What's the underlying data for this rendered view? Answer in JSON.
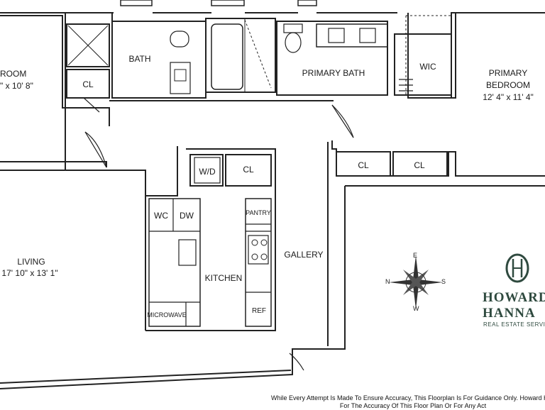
{
  "rooms": {
    "bedroom_left": {
      "name": "ROOM",
      "size": "\" x 10' 8\""
    },
    "closet_left": "CL",
    "bath": "BATH",
    "primary_bath": "PRIMARY BATH",
    "wic": "WIC",
    "primary_bedroom": {
      "name": "PRIMARY",
      "name2": "BEDROOM",
      "size": "12' 4\" x 11' 4\""
    },
    "closet_gallery_1": "CL",
    "closet_gallery_2": "CL",
    "washer_dryer": "W/D",
    "closet_kitchen": "CL",
    "wine_cooler": "WC",
    "dishwasher": "DW",
    "pantry": "PANTRY",
    "kitchen": "KITCHEN",
    "microwave": "MICROWAVE",
    "refrigerator": "REF",
    "gallery": "GALLERY",
    "living": {
      "name": "LIVING",
      "size": "17' 10\" x 13' 1\""
    }
  },
  "compass": {
    "n": "N",
    "e": "E",
    "s": "S",
    "w": "W"
  },
  "logo": {
    "line1": "HOWARD",
    "line2": "HANNA",
    "sub": "REAL ESTATE SERVICES"
  },
  "disclaimer": {
    "line1": "While Every Attempt Is Made To Ensure Accuracy, This Floorplan Is For Guidance Only. Howard Hanna",
    "line2": "For The Accuracy Of This Floor Plan Or For Any Act"
  },
  "colors": {
    "wall": "#222222",
    "brand": "#2f4a3f"
  }
}
